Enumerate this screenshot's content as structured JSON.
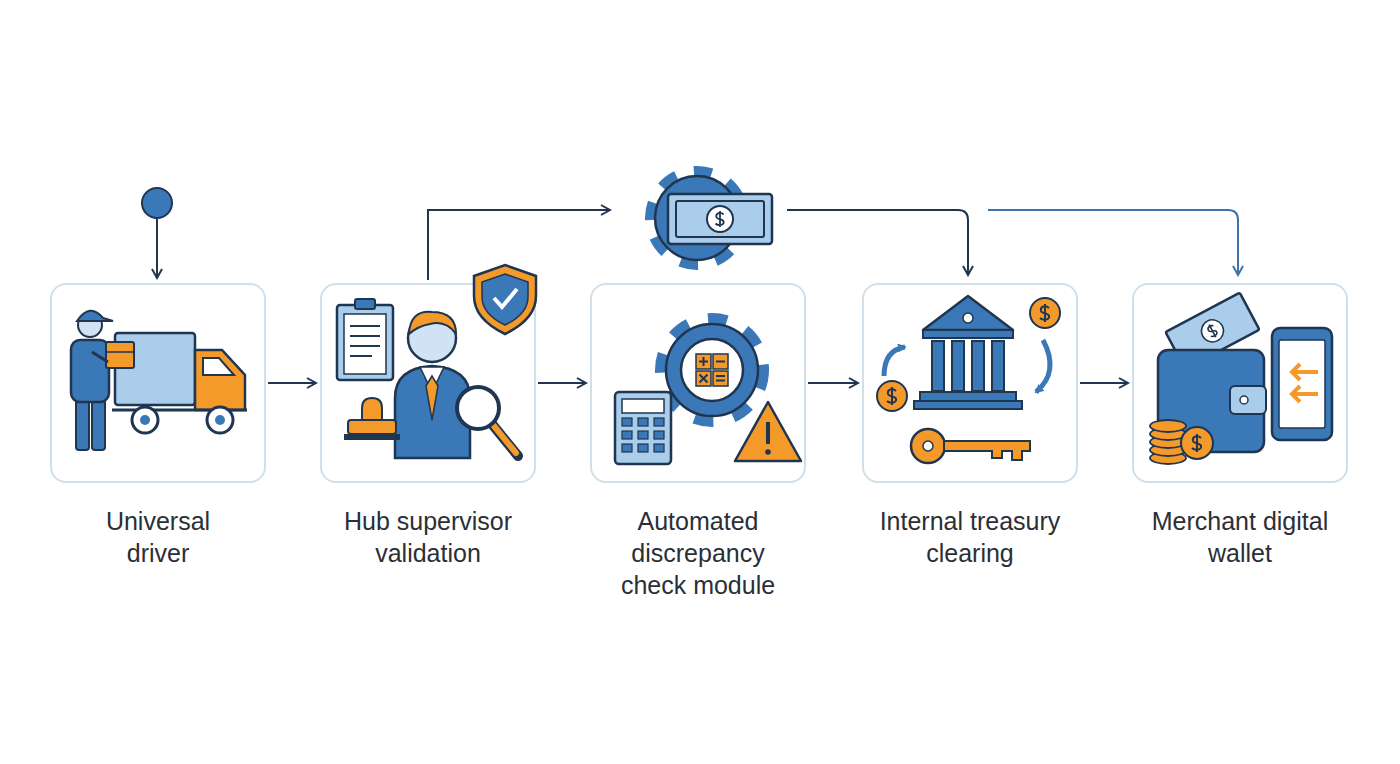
{
  "diagram": {
    "nodes": [
      {
        "text": [
          "Universal driver"
        ]
      },
      {
        "text": [
          "Hub supervisor validation"
        ]
      },
      {
        "text": [
          "Automated discrepancy check module"
        ]
      },
      {
        "text": [
          "Internal treasury clearing"
        ]
      },
      {
        "text": [
          "Merchant digital wallet"
        ]
      }
    ],
    "edges": [
      {
        "from": 0,
        "to": 1,
        "arrow": "to"
      },
      {
        "from": 1,
        "to": 2,
        "arrow": "to"
      },
      {
        "from": 2,
        "to": 3,
        "arrow": "to"
      },
      {
        "from": 3,
        "to": 4,
        "arrow": "to"
      }
    ]
  }
}
